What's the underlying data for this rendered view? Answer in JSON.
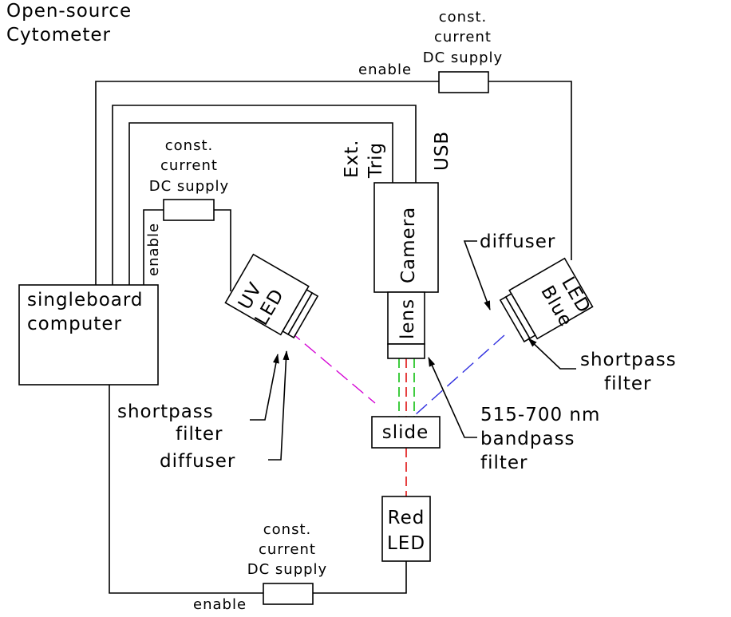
{
  "title": [
    "Open-source",
    "Cytometer"
  ],
  "computer": [
    "singleboard",
    "computer"
  ],
  "camera": "Camera",
  "lens": "lens",
  "slide": "slide",
  "uv_led": [
    "UV",
    "LED"
  ],
  "blue_led": [
    "Blue",
    "LED"
  ],
  "red_led": [
    "Red",
    "LED"
  ],
  "supply_top": [
    "const.",
    "current",
    "DC supply"
  ],
  "supply_left": [
    "const.",
    "current",
    "DC supply"
  ],
  "supply_bottom": [
    "const.",
    "current",
    "DC supply"
  ],
  "enable_top": "enable",
  "enable_left": "enable",
  "enable_bottom": "enable",
  "ext_trig": [
    "Ext.",
    "Trig"
  ],
  "usb": "USB",
  "diffuser_right": "diffuser",
  "shortpass_right": [
    "shortpass",
    "filter"
  ],
  "shortpass_left": [
    "shortpass",
    "filter"
  ],
  "diffuser_left": "diffuser",
  "bandpass": [
    "515-700 nm",
    "bandpass",
    "filter"
  ],
  "colors": {
    "uv_beam": "#d400d4",
    "blue_beam": "#3030e0",
    "red_beam": "#e01010",
    "green_beam": "#10c010"
  }
}
